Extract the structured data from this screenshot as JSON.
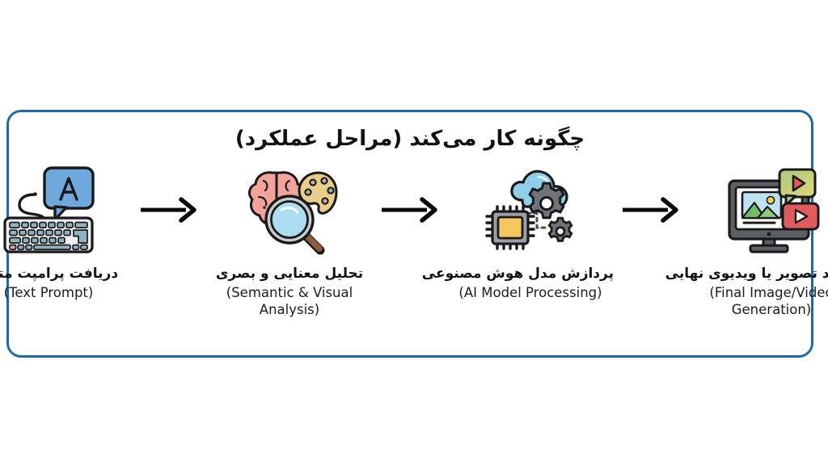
{
  "panel": {
    "title": "چگونه کار می‌کند (مراحل عملکرد)",
    "border_color": "#1C6BA8",
    "background": "#ffffff"
  },
  "steps": [
    {
      "index": 1,
      "icon": "keyboard-text-prompt-icon",
      "label_fa": "دریافت پرامپت متنی",
      "label_en": "(Text Prompt)",
      "bubble_letter": "A",
      "colors": {
        "bubble": "#6FA8DC",
        "keyboard_body": "#ECECEC",
        "key": "#8FB3C2",
        "accent_key": "#E8A0B0",
        "outline": "#1A1A1A"
      }
    },
    {
      "index": 2,
      "icon": "brain-palette-magnifier-icon",
      "label_fa": "تحلیل معنایی و بصری",
      "label_en": "(Semantic & Visual Analysis)",
      "colors": {
        "brain": "#F4A39B",
        "palette": "#E8CE8A",
        "lens": "#ACDCF2",
        "lens_rim": "#C9CDD1",
        "handle": "#8B5E3C",
        "outline": "#1A1A1A"
      }
    },
    {
      "index": 3,
      "icon": "chip-cloud-gears-icon",
      "label_fa": "پردازش مدل هوش مصنوعی",
      "label_en": "(AI Model Processing)",
      "colors": {
        "chip_core": "#F5C75E",
        "chip_frame": "#9AA0A6",
        "cloud": "#8FCDE8",
        "gear": "#6E7479",
        "outline": "#1A1A1A"
      }
    },
    {
      "index": 4,
      "icon": "monitor-image-video-icon",
      "label_fa": "تولید تصویر یا ویدیوی نهایی",
      "label_en": "(Final Image/Video Generation)",
      "colors": {
        "monitor": "#5B6065",
        "screen": "#FFFFFF",
        "sky": "#BFE2F2",
        "mountain": "#6DBE6B",
        "sun": "#F5D451",
        "badge_green": "#A9C882",
        "badge_red": "#E05C5C",
        "outline": "#1A1A1A"
      }
    }
  ],
  "arrows": [
    {
      "name": "arrow-step1-to-step2",
      "direction": "right",
      "color": "#0A0A0A"
    },
    {
      "name": "arrow-step2-to-step3",
      "direction": "right",
      "color": "#0A0A0A"
    },
    {
      "name": "arrow-step3-to-step4",
      "direction": "right",
      "color": "#0A0A0A"
    }
  ]
}
